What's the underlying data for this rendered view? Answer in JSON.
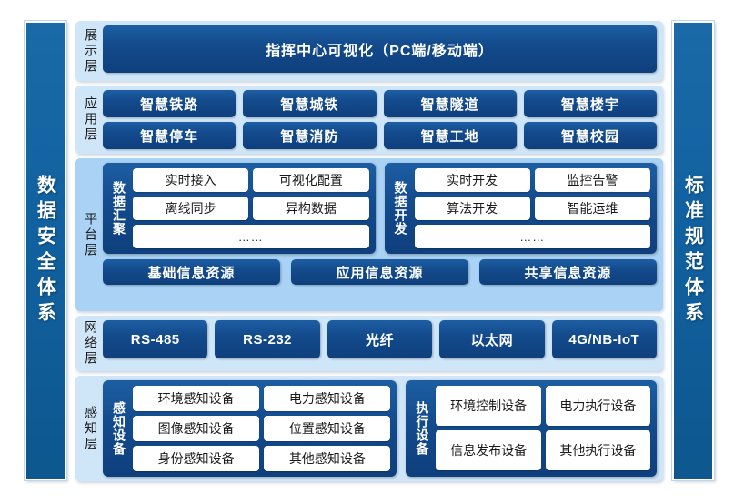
{
  "left_pillar": {
    "label": "数据安全体系"
  },
  "right_pillar": {
    "label": "标准规范体系"
  },
  "layers": {
    "display": {
      "label": "展示层",
      "box": "指挥中心可视化（PC端/移动端）"
    },
    "application": {
      "label": "应用层",
      "items": [
        "智慧铁路",
        "智慧城铁",
        "智慧隧道",
        "智慧楼宇",
        "智慧停车",
        "智慧消防",
        "智慧工地",
        "智慧校园"
      ]
    },
    "platform": {
      "label": "平台层",
      "groups": [
        {
          "label": "数据汇聚",
          "cells": [
            "实时接入",
            "可视化配置",
            "离线同步",
            "异构数据"
          ],
          "more": "……"
        },
        {
          "label": "数据开发",
          "cells": [
            "实时开发",
            "监控告警",
            "算法开发",
            "智能运维"
          ],
          "more": "……"
        }
      ],
      "resources": [
        "基础信息资源",
        "应用信息资源",
        "共享信息资源"
      ]
    },
    "network": {
      "label": "网络层",
      "items": [
        "RS-485",
        "RS-232",
        "光纤",
        "以太网",
        "4G/NB-IoT"
      ]
    },
    "sensing": {
      "label": "感知层",
      "groups": [
        {
          "label": "感知设备",
          "cells": [
            "环境感知设备",
            "电力感知设备",
            "图像感知设备",
            "位置感知设备",
            "身份感知设备",
            "其他感知设备"
          ]
        },
        {
          "label": "执行设备",
          "cells": [
            "环境控制设备",
            "电力执行设备",
            "信息发布设备",
            "其他执行设备"
          ]
        }
      ]
    }
  },
  "colors": {
    "panel_light": "#cfe6f9",
    "panel_strong": "#a9d2f4",
    "block_blue": "#134b8c",
    "pillar_blue": "#1161a0",
    "white_box": "#ffffff",
    "page_bg": "#ffffff"
  }
}
